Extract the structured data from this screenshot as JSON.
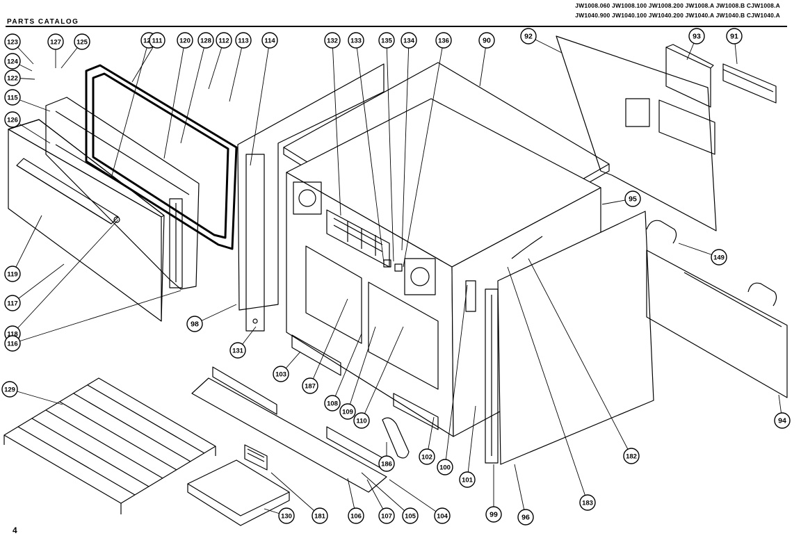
{
  "header": {
    "catalog_title": "PARTS CATALOG",
    "model_line_1": "JW1008.060 JW1008.100 JW1008.200 JW1008.A JW1008.B CJW1008.A",
    "model_line_2": "JW1040.900 JW1040.100 JW1040.200 JW1040.A JW1040.B CJW1040.A"
  },
  "page_number": "4",
  "callouts": [
    "123",
    "127",
    "125",
    "124",
    "122",
    "121",
    "111",
    "120",
    "128",
    "112",
    "113",
    "114",
    "132",
    "133",
    "135",
    "134",
    "136",
    "90",
    "92",
    "93",
    "91",
    "115",
    "126",
    "95",
    "149",
    "119",
    "117",
    "118",
    "116",
    "98",
    "131",
    "103",
    "187",
    "108",
    "109",
    "110",
    "186",
    "102",
    "100",
    "101",
    "99",
    "96",
    "182",
    "183",
    "94",
    "129",
    "130",
    "181",
    "106",
    "107",
    "105",
    "104",
    "96"
  ],
  "colors": {
    "ink": "#000000",
    "paper": "#ffffff"
  }
}
